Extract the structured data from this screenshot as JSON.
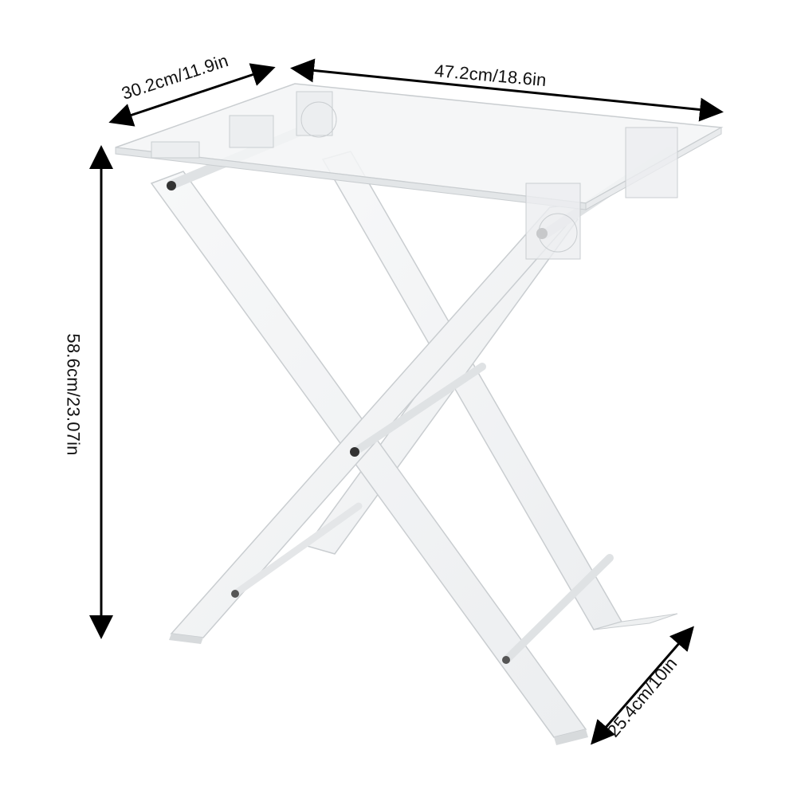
{
  "diagram": {
    "subject": "Clear acrylic folding X-leg tray table",
    "colors": {
      "acrylic_fill": "#f2f4f5",
      "acrylic_edge": "#c9cdd0",
      "rod": "#e6e8ea",
      "bolt": "#333333",
      "arrow": "#000000",
      "background": "#ffffff"
    },
    "dimensions": {
      "depth": "30.2cm/11.9in",
      "width": "47.2cm/18.6in",
      "height": "58.6cm/23.07in",
      "base_depth": "25.4cm/10in"
    }
  }
}
